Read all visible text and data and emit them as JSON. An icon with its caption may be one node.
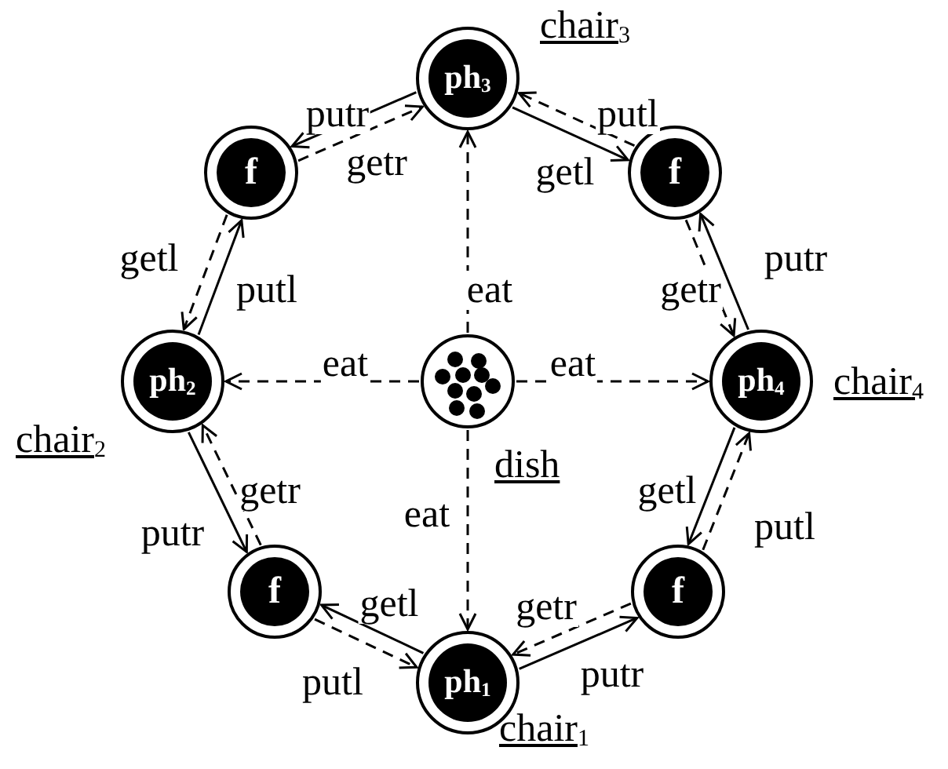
{
  "diagram": {
    "nodes": [
      {
        "text": [
          "ph$_{3}$"
        ],
        "beside": [
          "chair$_{3}$"
        ]
      },
      {
        "text": [
          "f"
        ]
      },
      {
        "text": [
          "f"
        ]
      },
      {
        "text": [
          "ph$_{2}$"
        ],
        "beside": [
          "chair$_{2}$"
        ]
      },
      {
        "text": [],
        "shape": "circle",
        "beside": [
          "dish"
        ]
      },
      {
        "text": [
          "ph$_{4}$"
        ],
        "beside": [
          "chair$_{4}$"
        ]
      },
      {
        "text": [
          "f"
        ]
      },
      {
        "text": [
          "f"
        ]
      },
      {
        "text": [
          "ph$_{1}$"
        ],
        "beside": [
          "chair$_{1}$"
        ]
      }
    ],
    "edges": [
      {
        "from": 0,
        "to": 1,
        "arrow": "to",
        "label": "putr"
      },
      {
        "from": 1,
        "to": 0,
        "arrow": "to",
        "label": "getr",
        "style": "dashed"
      },
      {
        "from": 0,
        "to": 2,
        "arrow": "to",
        "label": "putl"
      },
      {
        "from": 2,
        "to": 0,
        "arrow": "to",
        "label": "getl",
        "style": "dashed"
      },
      {
        "from": 3,
        "to": 1,
        "arrow": "to",
        "label": "getl"
      },
      {
        "from": 1,
        "to": 3,
        "arrow": "to",
        "label": "putl",
        "style": "dashed"
      },
      {
        "from": 2,
        "to": 5,
        "arrow": "to",
        "label": "getr",
        "style": "dashed"
      },
      {
        "from": 5,
        "to": 2,
        "arrow": "to",
        "label": "putr"
      },
      {
        "from": 6,
        "to": 3,
        "arrow": "to",
        "label": "getr",
        "style": "dashed"
      },
      {
        "from": 3,
        "to": 6,
        "arrow": "to",
        "label": "putr"
      },
      {
        "from": 7,
        "to": 5,
        "arrow": "to",
        "label": "getl",
        "style": "dashed"
      },
      {
        "from": 5,
        "to": 7,
        "arrow": "to",
        "label": "putl"
      },
      {
        "from": 6,
        "to": 8,
        "arrow": "to",
        "label": "getl",
        "style": "dashed"
      },
      {
        "from": 8,
        "to": 6,
        "arrow": "to",
        "label": "putl"
      },
      {
        "from": 7,
        "to": 8,
        "arrow": "to",
        "label": "getr",
        "style": "dashed"
      },
      {
        "from": 8,
        "to": 7,
        "arrow": "to",
        "label": "putr"
      },
      {
        "from": 4,
        "to": 0,
        "arrow": "to",
        "label": "eat",
        "style": "dashed"
      },
      {
        "from": 4,
        "to": 3,
        "arrow": "to",
        "label": "eat",
        "style": "dashed"
      },
      {
        "from": 4,
        "to": 5,
        "arrow": "to",
        "label": "eat",
        "style": "dashed"
      },
      {
        "from": 4,
        "to": 8,
        "arrow": "to",
        "label": "eat",
        "style": "dashed"
      }
    ]
  }
}
